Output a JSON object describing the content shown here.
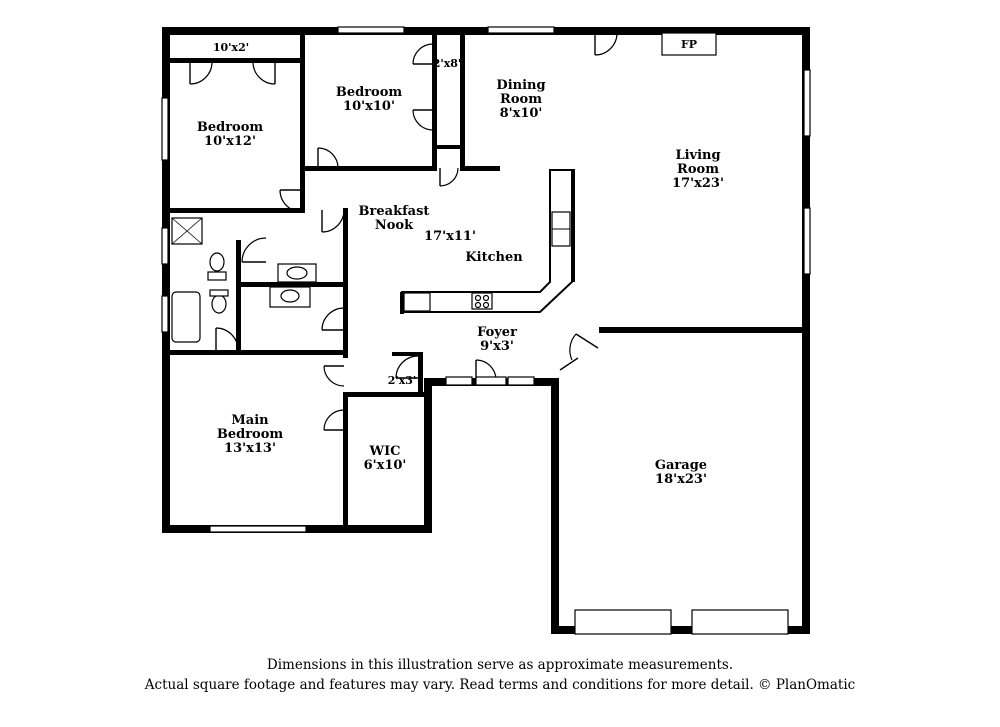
{
  "rooms": {
    "bedroom_left": {
      "name": "Bedroom",
      "dims": "10'x12'"
    },
    "closet_top": {
      "dims": "10'x2'"
    },
    "bedroom_top": {
      "name": "Bedroom",
      "dims": "10'x10'"
    },
    "closet_2x8": {
      "dims": "2'x8'"
    },
    "dining": {
      "name1": "Dining",
      "name2": "Room",
      "dims": "8'x10'"
    },
    "fireplace": {
      "label": "FP"
    },
    "living": {
      "name1": "Living",
      "name2": "Room",
      "dims": "17'x23'"
    },
    "breakfast": {
      "name1": "Breakfast",
      "name2": "Nook"
    },
    "kitchen_dims": {
      "dims": "17'x11'"
    },
    "kitchen": {
      "name": "Kitchen"
    },
    "foyer": {
      "name": "Foyer",
      "dims": "9'x3'"
    },
    "closet_2x3": {
      "dims": "2'x3'"
    },
    "main_bedroom": {
      "name1": "Main",
      "name2": "Bedroom",
      "dims": "13'x13'"
    },
    "wic": {
      "name": "WIC",
      "dims": "6'x10'"
    },
    "garage": {
      "name": "Garage",
      "dims": "18'x23'"
    }
  },
  "disclaimer": {
    "line1": "Dimensions in this illustration serve as approximate measurements.",
    "line2": "Actual square footage and features may vary. Read terms and conditions for more detail. © PlanOmatic"
  }
}
